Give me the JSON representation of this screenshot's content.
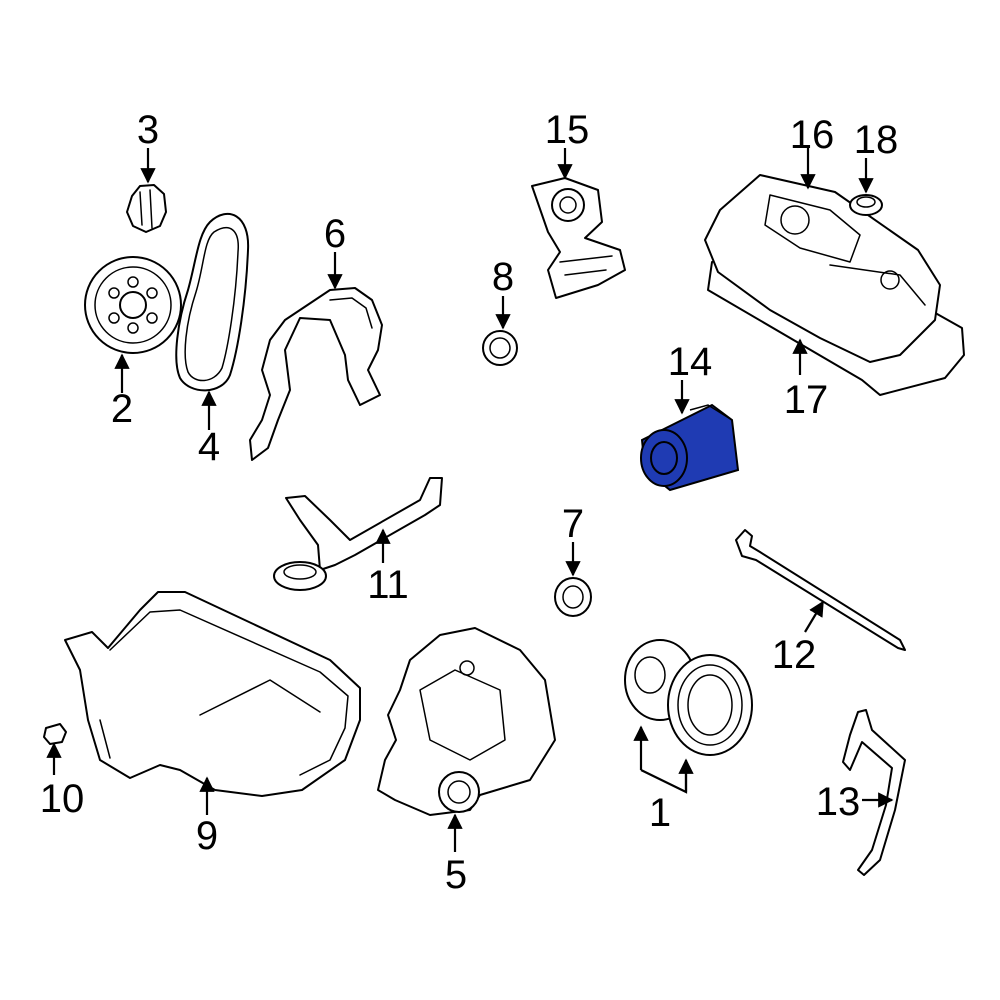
{
  "highlight_color": "#1f3bb3",
  "callouts": {
    "c1": "1",
    "c2": "2",
    "c3": "3",
    "c4": "4",
    "c5": "5",
    "c6": "6",
    "c7": "7",
    "c8": "8",
    "c9": "9",
    "c10": "10",
    "c11": "11",
    "c12": "12",
    "c13": "13",
    "c14": "14",
    "c15": "15",
    "c16": "16",
    "c17": "17",
    "c18": "18"
  },
  "highlighted_part": "14"
}
